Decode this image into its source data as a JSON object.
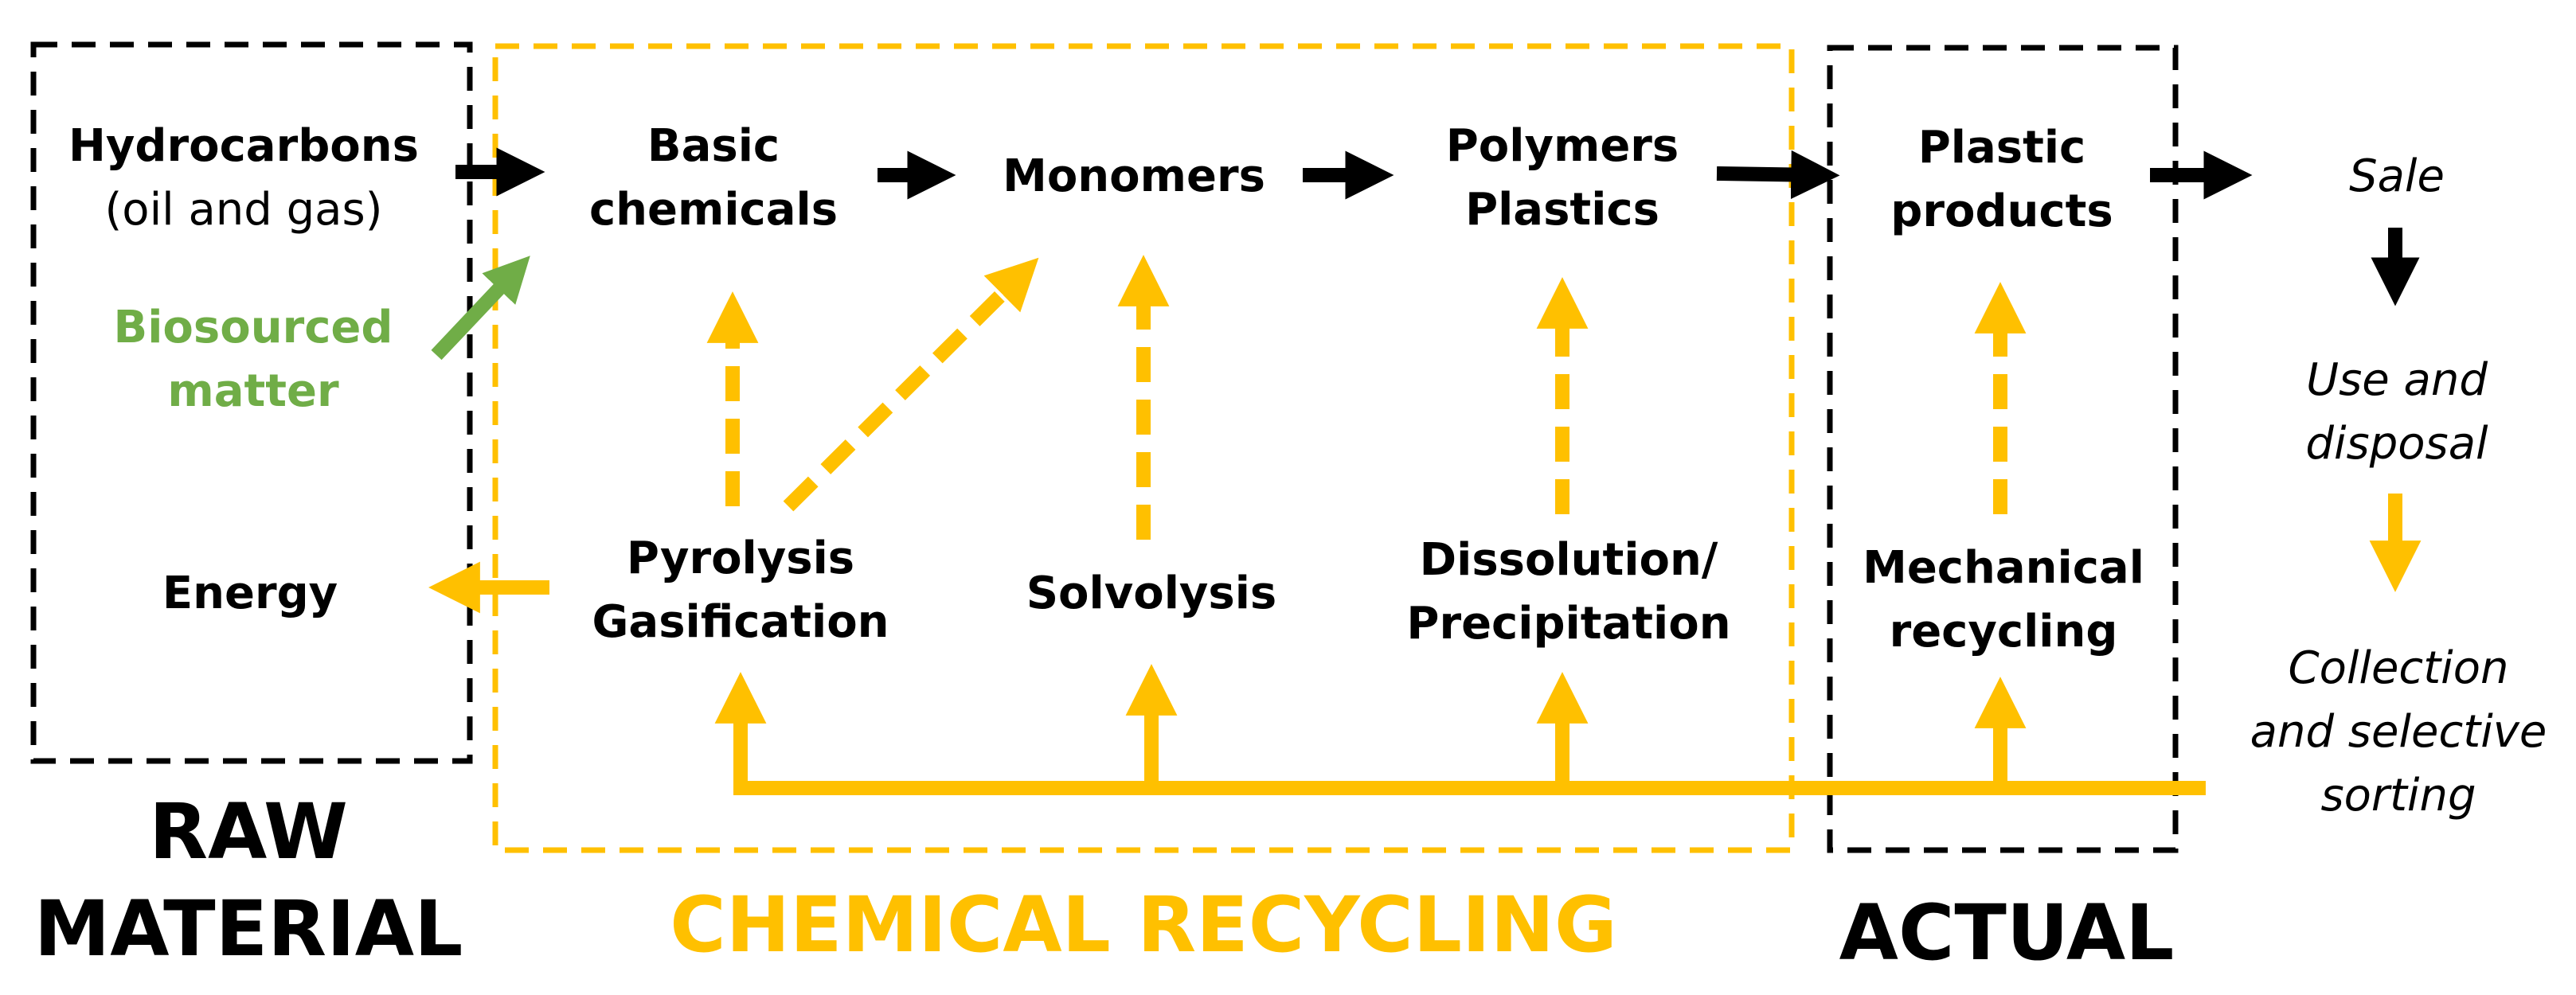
{
  "colors": {
    "black": "#000000",
    "yellow": "#ffc000",
    "green": "#70ad47"
  },
  "sections": {
    "raw_material": {
      "line1": "RAW",
      "line2": "MATERIAL"
    },
    "chemical_recycling": {
      "label": "CHEMICAL RECYCLING"
    },
    "actual": {
      "label": "ACTUAL"
    }
  },
  "nodes": {
    "hydrocarbons": {
      "line1": "Hydrocarbons",
      "line2": "(oil and gas)"
    },
    "biosourced": {
      "line1": "Biosourced",
      "line2": "matter"
    },
    "energy": {
      "label": "Energy"
    },
    "basic_chemicals": {
      "line1": "Basic",
      "line2": "chemicals"
    },
    "monomers": {
      "label": "Monomers"
    },
    "polymers": {
      "line1": "Polymers",
      "line2": "Plastics"
    },
    "plastic_products": {
      "line1": "Plastic",
      "line2": "products"
    },
    "sale": {
      "label": "Sale"
    },
    "use_disposal": {
      "line1": "Use and",
      "line2": "disposal"
    },
    "collection": {
      "line1": "Collection",
      "line2": "and selective",
      "line3": "sorting"
    },
    "pyrolysis": {
      "line1": "Pyrolysis",
      "line2": "Gasification"
    },
    "solvolysis": {
      "label": "Solvolysis"
    },
    "dissolution": {
      "line1": "Dissolution/",
      "line2": "Precipitation"
    },
    "mechanical": {
      "line1": "Mechanical",
      "line2": "recycling"
    }
  }
}
